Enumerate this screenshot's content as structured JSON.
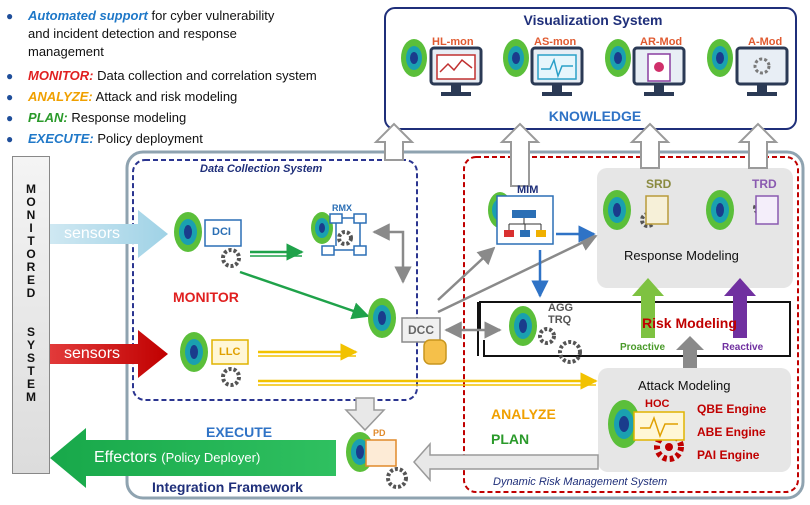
{
  "bullets": [
    {
      "keyword": "Automated support",
      "rest": " for cyber vulnerability",
      "line2": "and incident detection and response",
      "line3": "management",
      "color": "#1f78c8"
    },
    {
      "keyword": "MONITOR:",
      "rest": " Data collection and correlation system",
      "color": "#e02020"
    },
    {
      "keyword": "ANALYZE:",
      "rest": " Attack and risk modeling",
      "color": "#f0a000"
    },
    {
      "keyword": "PLAN:",
      "rest": " Response modeling",
      "color": "#2a9a2a"
    },
    {
      "keyword": "EXECUTE:",
      "rest": " Policy deployment",
      "color": "#1f78c8"
    }
  ],
  "monitored_system": [
    "M",
    "O",
    "N",
    "I",
    "T",
    "O",
    "R",
    "E",
    "D",
    "",
    "S",
    "Y",
    "S",
    "T",
    "E",
    "M"
  ],
  "visualization": {
    "title": "Visualization System",
    "footer": "KNOWLEDGE",
    "monitors": [
      "HL-mon",
      "AS-mon",
      "AR-Mod",
      "A-Mod"
    ]
  },
  "data_collection": {
    "title": "Data Collection System",
    "dci": "DCI",
    "rmx": "RMX",
    "llc": "LLC",
    "dcc": "DCC",
    "monitor_label": "MONITOR"
  },
  "sensors": [
    "sensors",
    "sensors"
  ],
  "effectors": {
    "main": "Effectors",
    "sub": "(Policy Deployer)"
  },
  "execute": "EXECUTE",
  "integration": "Integration Framework",
  "pd": "PD",
  "drms": {
    "title": "Dynamic Risk Management System",
    "mim": "MIM",
    "agg": "AGG",
    "trq": "TRQ",
    "srd": "SRD",
    "trd": "TRD",
    "response_modeling": "Response Modeling",
    "risk_modeling": "Risk Modeling",
    "proactive": "Proactive",
    "reactive": "Reactive",
    "attack_modeling": "Attack Modeling",
    "hoc": "HOC",
    "engines": [
      "QBE Engine",
      "ABE Engine",
      "PAI Engine"
    ],
    "analyze": "ANALYZE",
    "plan": "PLAN"
  },
  "colors": {
    "accent_blue": "#2f73c6",
    "monitor_red": "#e02020",
    "analyze_orange": "#f0a000",
    "plan_green": "#2a9a2a",
    "navy": "#1f2f7a",
    "dark_red": "#b00000",
    "engine_red": "#c00000"
  }
}
